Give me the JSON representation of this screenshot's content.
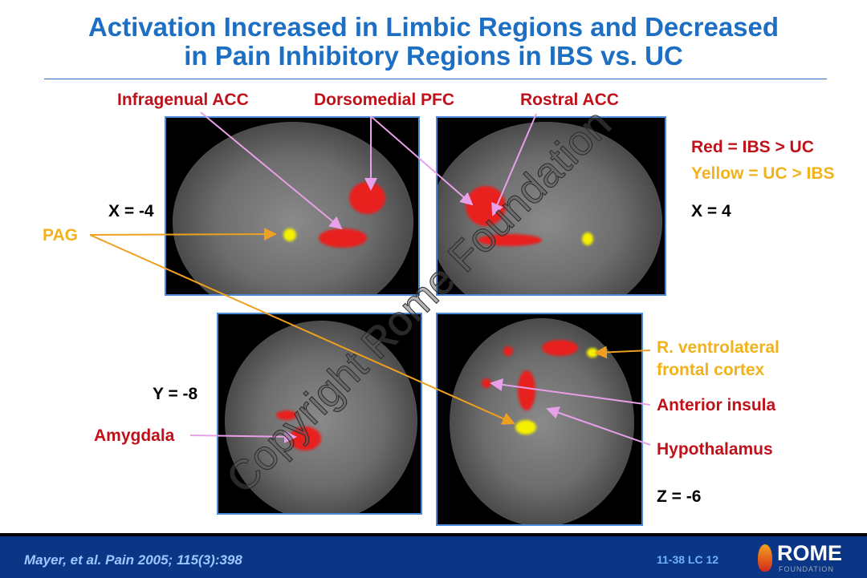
{
  "title": {
    "line1": "Activation Increased in Limbic Regions and Decreased",
    "line2": "in Pain Inhibitory Regions in IBS vs. UC"
  },
  "labels": {
    "infragenual": "Infragenual ACC",
    "dorsomedial": "Dorsomedial PFC",
    "rostral": "Rostral ACC",
    "pag": "PAG",
    "amygdala": "Amygdala",
    "rvlfc1": "R. ventrolateral",
    "rvlfc2": "frontal cortex",
    "insula": "Anterior insula",
    "hypothalamus": "Hypothalamus"
  },
  "legend": {
    "red": "Red = IBS > UC",
    "yellow": "Yellow = UC > IBS"
  },
  "coords": {
    "x_left": "X = -4",
    "x_right": "X = 4",
    "y": "Y = -8",
    "z": "Z = -6"
  },
  "watermark": "Copyright Rome Foundation",
  "footer": {
    "citation": "Mayer, et al. Pain  2005; 115(3):398",
    "slide": "11-38   LC 12",
    "logo": "ROME",
    "logo_sub": "FOUNDATION"
  },
  "colors": {
    "red": "#c0111a",
    "yellow": "#f2b21b",
    "title": "#1d6fc4",
    "footer": "#0b3686"
  }
}
